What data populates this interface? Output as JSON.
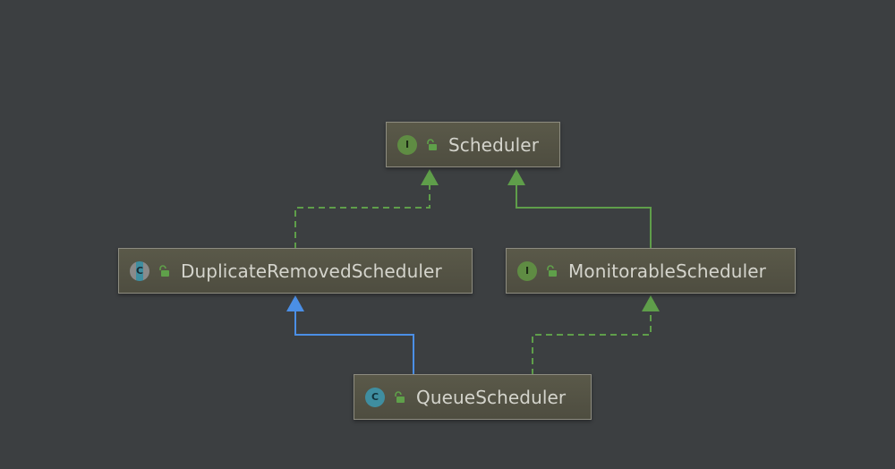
{
  "diagram": {
    "nodes": [
      {
        "id": "scheduler",
        "label": "Scheduler",
        "kind": "interface",
        "kind_letter": "I",
        "icon": "interface-icon"
      },
      {
        "id": "duplicate",
        "label": "DuplicateRemovedScheduler",
        "kind": "abstract",
        "kind_letter": "C",
        "icon": "abstract-class-icon"
      },
      {
        "id": "monitorable",
        "label": "MonitorableScheduler",
        "kind": "interface",
        "kind_letter": "I",
        "icon": "interface-icon"
      },
      {
        "id": "queue",
        "label": "QueueScheduler",
        "kind": "class",
        "kind_letter": "C",
        "icon": "class-icon"
      }
    ],
    "edges": [
      {
        "from": "duplicate",
        "to": "scheduler",
        "type": "implements",
        "style": "dashed",
        "color": "#5f9e4a"
      },
      {
        "from": "monitorable",
        "to": "scheduler",
        "type": "extends",
        "style": "solid",
        "color": "#5f9e4a"
      },
      {
        "from": "queue",
        "to": "duplicate",
        "type": "extends",
        "style": "solid",
        "color": "#4b8fe6"
      },
      {
        "from": "queue",
        "to": "monitorable",
        "type": "implements",
        "style": "dashed",
        "color": "#5f9e4a"
      }
    ],
    "colors": {
      "background": "#3c3f41",
      "interface_edge": "#5f9e4a",
      "class_edge": "#4b8fe6",
      "access_icon": "#5fa04a"
    }
  }
}
